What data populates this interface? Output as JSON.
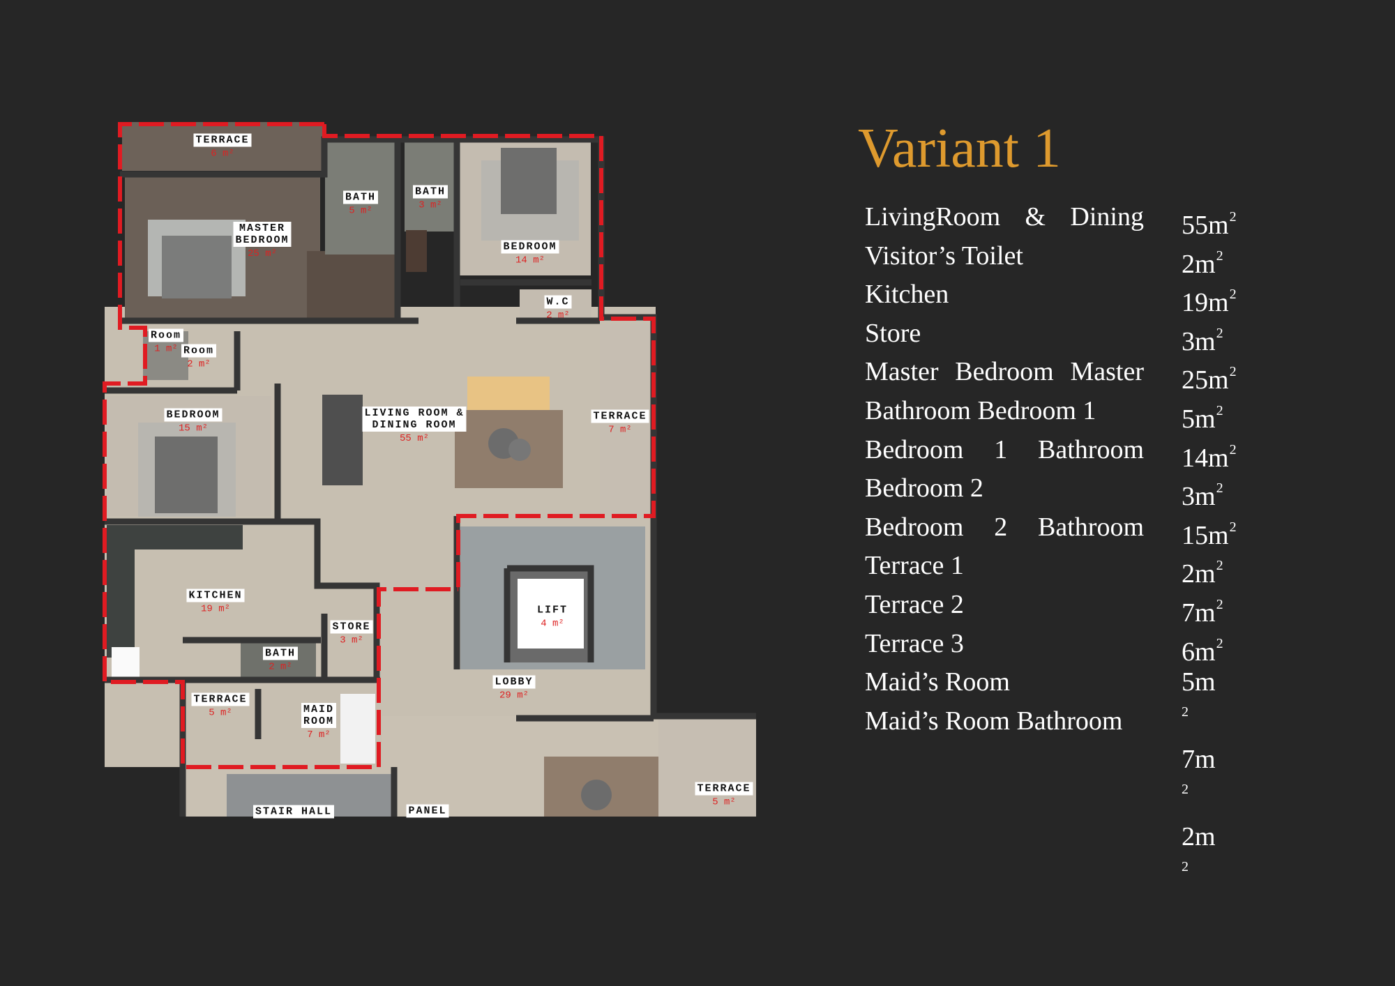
{
  "title": "Variant 1",
  "accent_color": "#de9a2e",
  "area_schedule": {
    "labels": [
      "LivingRoom & Dining",
      "Visitor’s Toilet",
      "Kitchen",
      "Store",
      "Master Bedroom Master",
      "Bathroom Bedroom 1",
      "Bedroom 1 Bathroom",
      "Bedroom 2",
      "Bedroom 2 Bathroom",
      "Terrace 1",
      "Terrace 2",
      "Terrace 3",
      "Maid’s Room",
      "Maid’s Room Bathroom"
    ],
    "values": [
      {
        "num": "55m",
        "sup": "2"
      },
      {
        "num": "2m",
        "sup": "2"
      },
      {
        "num": "19m",
        "sup": "2"
      },
      {
        "num": "3m",
        "sup": "2"
      },
      {
        "num": "25m",
        "sup": "2"
      },
      {
        "num": "5m",
        "sup": "2"
      },
      {
        "num": "14m",
        "sup": "2"
      },
      {
        "num": "3m",
        "sup": "2"
      },
      {
        "num": "15m",
        "sup": "2"
      },
      {
        "num": "2m",
        "sup": "2"
      },
      {
        "num": "7m",
        "sup": "2"
      },
      {
        "num": "6m",
        "sup": "2"
      }
    ],
    "values_wrapped": [
      {
        "num": "5m",
        "sup": "2"
      },
      {
        "num": "7m",
        "sup": "2"
      },
      {
        "num": "2m",
        "sup": "2"
      }
    ]
  },
  "floor_plan": {
    "rooms": [
      {
        "name": "TERRACE",
        "area": "6 m²"
      },
      {
        "name": "MASTER\nBEDROOM",
        "area": "25 m²"
      },
      {
        "name": "BATH",
        "area": "5 m²"
      },
      {
        "name": "BATH",
        "area": "3 m²"
      },
      {
        "name": "BEDROOM",
        "area": "14 m²"
      },
      {
        "name": "W.C",
        "area": "2 m²"
      },
      {
        "name": "Room",
        "area": "1 m²"
      },
      {
        "name": "Room",
        "area": "2 m²"
      },
      {
        "name": "BEDROOM",
        "area": "15 m²"
      },
      {
        "name": "LIVING ROOM &\nDINING ROOM",
        "area": "55 m²"
      },
      {
        "name": "TERRACE",
        "area": "7 m²"
      },
      {
        "name": "KITCHEN",
        "area": "19 m²"
      },
      {
        "name": "STORE",
        "area": "3 m²"
      },
      {
        "name": "BATH",
        "area": "2 m²"
      },
      {
        "name": "LIFT",
        "area": "4 m²"
      },
      {
        "name": "LOBBY",
        "area": "29 m²"
      },
      {
        "name": "TERRACE",
        "area": "5 m²"
      },
      {
        "name": "MAID\nROOM",
        "area": "7 m²"
      },
      {
        "name": "STAIR HALL",
        "area": ""
      },
      {
        "name": "PANEL",
        "area": ""
      },
      {
        "name": "TERRACE",
        "area": "5 m²"
      }
    ],
    "boundary_color": "#e01b22"
  }
}
